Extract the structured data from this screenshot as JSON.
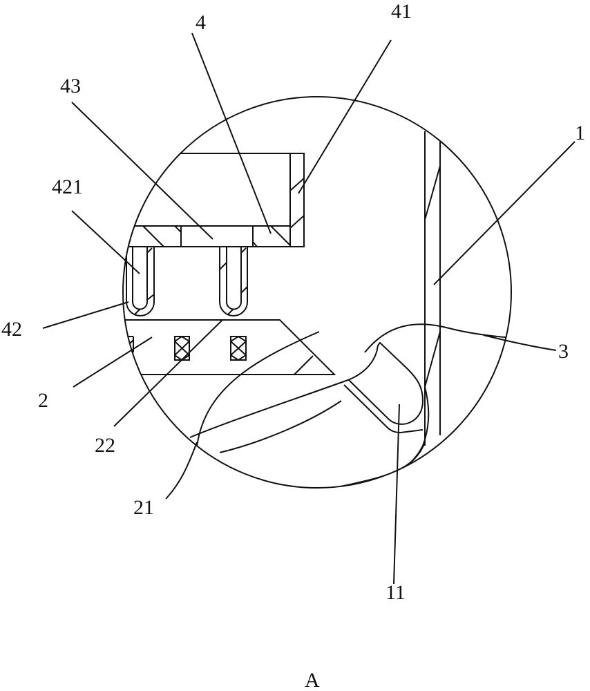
{
  "figure": {
    "view_label": "A",
    "labels": {
      "l4": "4",
      "l41": "41",
      "l43": "43",
      "l1": "1",
      "l421": "421",
      "l42": "42",
      "l3": "3",
      "l2": "2",
      "l22": "22",
      "l21": "21",
      "l11": "11"
    }
  }
}
